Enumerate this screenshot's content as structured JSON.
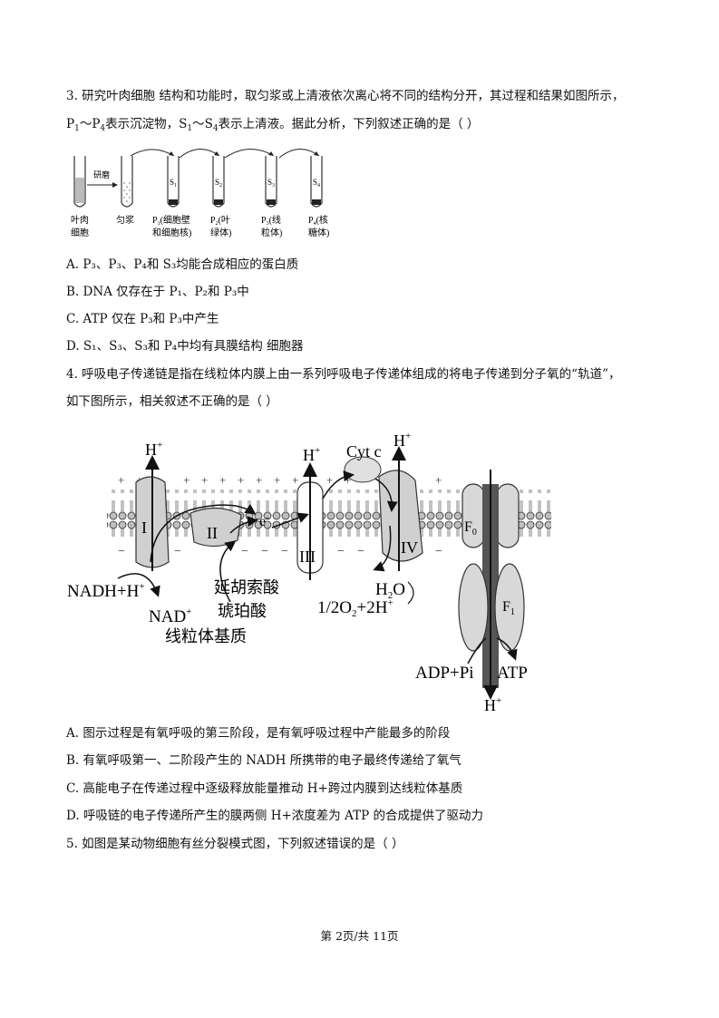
{
  "q3": {
    "line1": "3. 研究叶肉细胞   结构和功能时，取匀浆或上清液依次离心将不同的结构分开，其过程和结果如图所示，",
    "line2_a": "P",
    "line2_s1": "1",
    "line2_b": "～P",
    "line2_s2": "4",
    "line2_c": "表示沉淀物，S",
    "line2_s3": "1",
    "line2_d": "～S",
    "line2_s4": "4",
    "line2_e": "表示上清液。据此分析，下列叙述正确的是（        ）",
    "figure": {
      "label_cell": "叶肉",
      "label_cell2": "细胞",
      "label_grind": "研磨",
      "label_homogenate": "匀浆",
      "p1": "P",
      "p1_sub": "1",
      "p1_rest": "(细胞壁",
      "p1_line2": "和细胞核)",
      "p2": "P",
      "p2_sub": "2",
      "p2_rest": "(叶",
      "p2_line2": "绿体)",
      "p3": "P",
      "p3_sub": "3",
      "p3_rest": "(线",
      "p3_line2": "粒体)",
      "p4": "P",
      "p4_sub": "4",
      "p4_rest": "(核",
      "p4_line2": "糖体)",
      "s1": "S",
      "s1_sub": "1",
      "s2": "S",
      "s2_sub": "2",
      "s3": "S",
      "s3_sub": "3",
      "s4": "S",
      "s4_sub": "4"
    },
    "optA": "A. P₃、P₃、P₄和 S₃均能合成相应的蛋白质",
    "optB": "B. DNA 仅存在于 P₁、P₂和 P₃中",
    "optC": "C. ATP 仅在 P₃和 P₃中产生",
    "optD": "D. S₁、S₃、S₃和 P₄中均有具膜结构   细胞器"
  },
  "q4": {
    "line1": "4. 呼吸电子传递链是指在线粒体内膜上由一系列呼吸电子传递体组成的将电子传递到分子氧的“轨道”，",
    "line2": "如下图所示，相关叙述不正确的是（        ）",
    "figure": {
      "h_plus": "H",
      "plus": "+",
      "cyt_c": "Cyt c",
      "complex_I": "I",
      "complex_II": "II",
      "complex_III": "III",
      "complex_IV": "IV",
      "f0": "F",
      "f0_sub": "0",
      "f1": "F",
      "f1_sub": "1",
      "electron": "e",
      "electron_sup": "-",
      "nadh": "NADH+H",
      "nad": "NAD",
      "fumarate": "延胡索酸",
      "succinate": "琥珀酸",
      "matrix": "线粒体基质",
      "oxygen": "1/2O",
      "oxygen_sub": "2",
      "oxygen_rest": "+2H",
      "water": "H",
      "water_sub": "2",
      "water_rest": "O",
      "adp": "ADP+Pi",
      "atp": "ATP"
    },
    "optA": "A.  图示过程是有氧呼吸的第三阶段，是有氧呼吸过程中产能最多的阶段",
    "optB": "B.  有氧呼吸第一、二阶段产生的 NADH 所携带的电子最终传递给了氧气",
    "optC": "C.  高能电子在传递过程中逐级释放能量推动 H+跨过内膜到达线粒体基质",
    "optD": "D.  呼吸链的电子传递所产生的膜两侧 H+浓度差为 ATP 的合成提供了驱动力"
  },
  "q5": {
    "line1": "5.  如图是某动物细胞有丝分裂模式图，下列叙述错误的是（        ）"
  },
  "footer": "第 2页/共 11页"
}
